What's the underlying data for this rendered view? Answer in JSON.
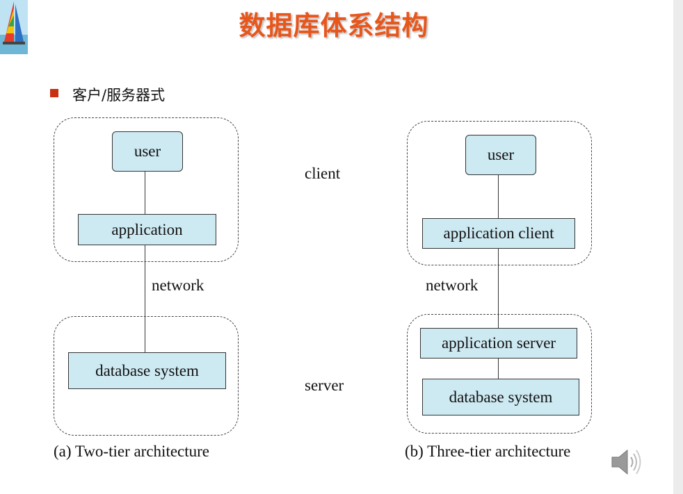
{
  "title": "数据库体系结构",
  "subtitle": "客户/服务器式",
  "icons": {
    "logo": "sailboat-logo-icon",
    "bullet": "square-bullet-icon",
    "speaker": "speaker-icon"
  },
  "colors": {
    "title": "#e8561b",
    "bullet": "#c8300f",
    "box_fill": "#cde9f2"
  },
  "diagram_a": {
    "user": "user",
    "application": "application",
    "network": "network",
    "database": "database system",
    "caption": "(a) Two-tier architecture"
  },
  "middle": {
    "client": "client",
    "server": "server"
  },
  "diagram_b": {
    "user": "user",
    "application_client": "application client",
    "network": "network",
    "application_server": "application server",
    "database": "database system",
    "caption": "(b) Three-tier architecture"
  }
}
